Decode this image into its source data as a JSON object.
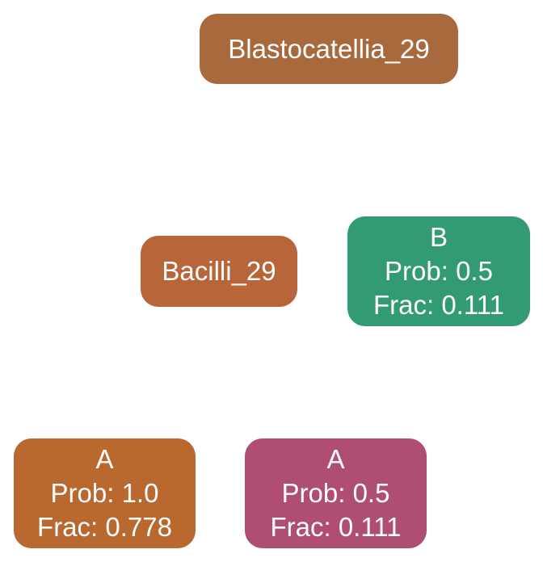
{
  "nodes": {
    "root": {
      "label": "Blastocatellia_29",
      "color": "#a86a3d"
    },
    "bacilli": {
      "label": "Bacilli_29",
      "color": "#b8653a"
    },
    "leaf_b": {
      "name": "B",
      "prob": "Prob: 0.5",
      "frac": "Frac: 0.111",
      "color": "#339b72"
    },
    "leaf_a1": {
      "name": "A",
      "prob": "Prob: 1.0",
      "frac": "Frac: 0.778",
      "color": "#b9682f"
    },
    "leaf_a2": {
      "name": "A",
      "prob": "Prob: 0.5",
      "frac": "Frac: 0.111",
      "color": "#b04d72"
    }
  }
}
